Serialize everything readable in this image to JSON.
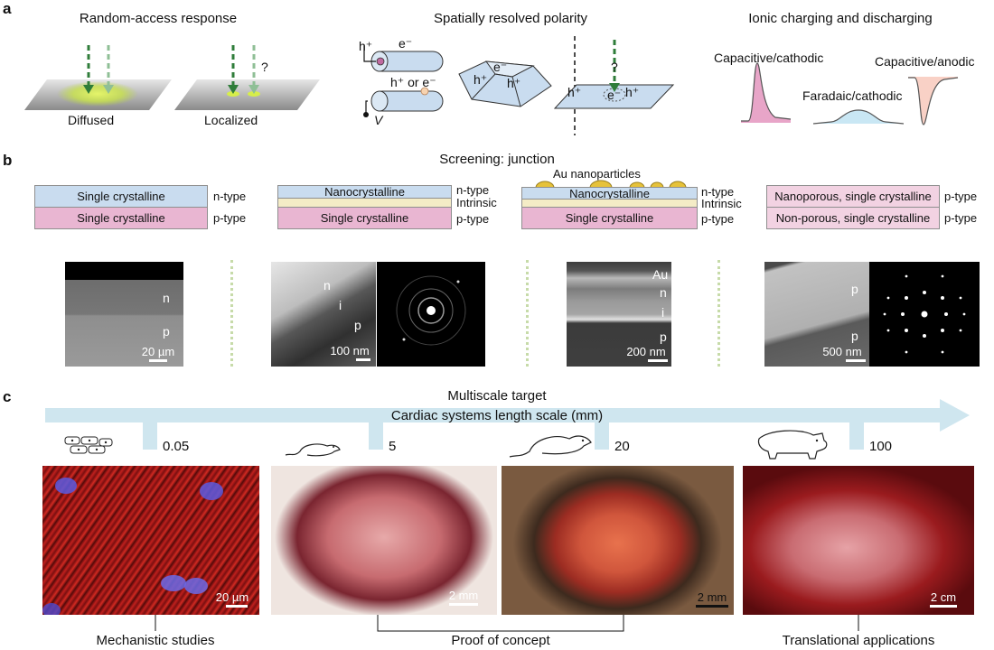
{
  "panel_a": {
    "letter": "a",
    "random_access": {
      "title": "Random-access response",
      "diffused": "Diffused",
      "localized": "Localized",
      "question": "?"
    },
    "polarity": {
      "title": "Spatially resolved polarity",
      "h_plus": "h⁺",
      "e_minus": "e⁻",
      "h_or_e": "h⁺ or e⁻",
      "e": "e⁻",
      "v": "V",
      "question": "?"
    },
    "ionic": {
      "title": "Ionic charging and discharging",
      "cap_cathodic": "Capacitive/cathodic",
      "faradaic": "Faradaic/cathodic",
      "cap_anodic": "Capacitive/anodic"
    }
  },
  "panel_b": {
    "letter": "b",
    "title": "Screening: junction",
    "col1": {
      "top": "Single crystalline",
      "bottom": "Single crystalline",
      "top_type": "n-type",
      "bottom_type": "p-type"
    },
    "col2": {
      "top": "Nanocrystalline",
      "top_type": "n-type",
      "mid_type": "Intrinsic",
      "bottom": "Single crystalline",
      "bottom_type": "p-type"
    },
    "col3": {
      "au": "Au nanoparticles",
      "top": "Nanocrystalline",
      "top_type": "n-type",
      "mid_type": "Intrinsic",
      "bottom": "Single crystalline",
      "bottom_type": "p-type"
    },
    "col4": {
      "top": "Nanoporous, single crystalline",
      "top_type": "p-type",
      "bottom": "Non-porous, single crystalline",
      "bottom_type": "p-type"
    },
    "micro1": {
      "n": "n",
      "p": "p",
      "scale": "20 µm"
    },
    "micro2": {
      "n": "n",
      "i": "i",
      "p": "p",
      "scale": "100 nm"
    },
    "micro3": {
      "au": "Au",
      "n": "n",
      "i": "i",
      "p": "p",
      "scale": "200 nm"
    },
    "micro4": {
      "p1": "p",
      "p2": "p",
      "scale": "500 nm"
    }
  },
  "panel_c": {
    "letter": "c",
    "title": "Multiscale target",
    "arrow_label": "Cardiac systems length scale (mm)",
    "ticks": [
      "0.05",
      "5",
      "20",
      "100"
    ],
    "scales": [
      "20 µm",
      "2 mm",
      "2 mm",
      "2 cm"
    ],
    "captions": {
      "mechanistic": "Mechanistic studies",
      "proof": "Proof of concept",
      "translational": "Translational applications"
    },
    "icons": [
      "cells-icon",
      "mouse-icon",
      "rat-icon",
      "pig-icon"
    ]
  },
  "colors": {
    "arrow": "#cfe6ef",
    "blue_layer": "#c9dcef",
    "pink_layer": "#e9b6d2",
    "cream_layer": "#f4ecc6",
    "au": "#e6c23a",
    "green_arrow": "#2f7d3a"
  }
}
